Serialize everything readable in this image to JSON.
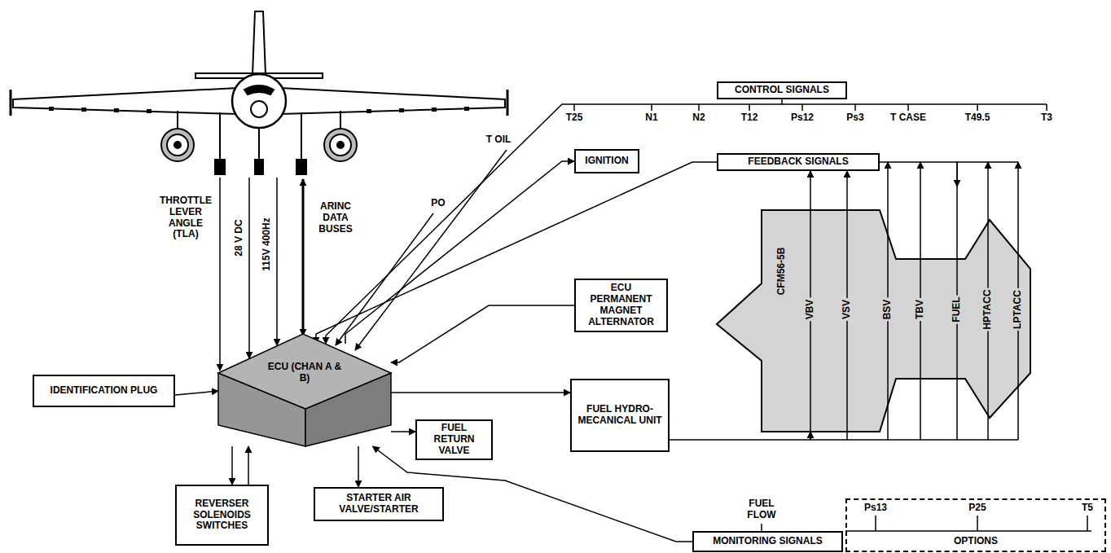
{
  "diagram": {
    "nodes": [
      {
        "text": [
          "CONTROL SIGNALS"
        ]
      },
      {
        "text": [
          "FEEDBACK SIGNALS"
        ]
      },
      {
        "text": [
          "IGNITION"
        ]
      },
      {
        "text": [
          "CFM56-5B"
        ]
      },
      {
        "text": [
          "ECU PERMANENT MAGNET ALTERNATOR"
        ]
      },
      {
        "text": [
          "IDENTIFICATION PLUG"
        ]
      },
      {
        "text": [
          "ECU (CHAN A & B)"
        ]
      },
      {
        "text": [
          "FUEL HYDRO- MECANICAL UNIT"
        ]
      },
      {
        "text": [
          "FUEL RETURN VALVE"
        ]
      },
      {
        "text": [
          "REVERSER SOLENOIDS SWITCHES"
        ]
      },
      {
        "text": [
          "STARTER AIR VALVE/STARTER"
        ]
      },
      {
        "text": [
          "MONITORING SIGNALS"
        ]
      },
      {
        "text": [
          "OPTIONS"
        ]
      }
    ],
    "edges": [
      {
        "from": 5,
        "to": 6,
        "arrow": "to"
      },
      {
        "from": 6,
        "to": 9,
        "arrow": "to"
      },
      {
        "from": 9,
        "to": 6,
        "arrow": "to"
      },
      {
        "from": 6,
        "to": 10,
        "arrow": "to"
      },
      {
        "from": 6,
        "to": 8,
        "arrow": "to"
      },
      {
        "from": 6,
        "to": 7,
        "arrow": "to"
      },
      {
        "from": 6,
        "to": 2,
        "arrow": "to"
      },
      {
        "from": 4,
        "to": 6,
        "arrow": "to"
      },
      {
        "from": 0,
        "to": 6,
        "arrow": "to"
      },
      {
        "from": 1,
        "to": 6,
        "arrow": "to"
      },
      {
        "from": 11,
        "to": 6,
        "arrow": "to"
      },
      {
        "from": 7,
        "to": 3,
        "arrow": "to"
      },
      {
        "from": 3,
        "to": 1,
        "arrow": "to"
      }
    ],
    "labels": [
      "THROTTLE LEVER ANGLE (TLA)",
      "28 V DC",
      "115V 400Hz",
      "ARINC DATA BUSES",
      "T25",
      "N1",
      "N2",
      "T12",
      "Ps12",
      "Ps3",
      "T CASE",
      "T49.5",
      "T3",
      "T OIL",
      "PO",
      "VBV",
      "VSV",
      "BSV",
      "TBV",
      "FUEL",
      "HPTACC",
      "LPTACC",
      "FUEL FLOW",
      "Ps13",
      "P25",
      "T5"
    ]
  }
}
